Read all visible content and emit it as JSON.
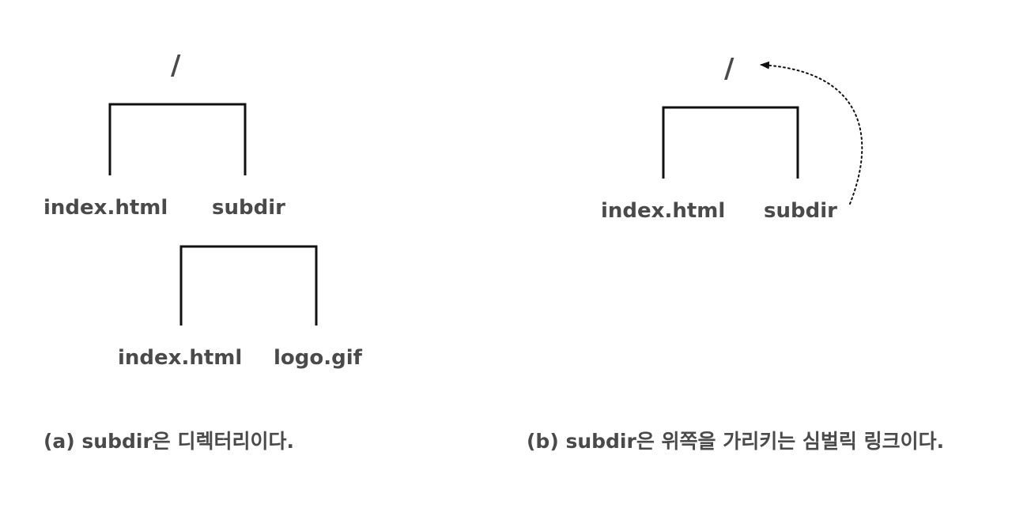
{
  "diagram_a": {
    "root": "/",
    "child_file": "index.html",
    "child_dir": "subdir",
    "sub_file": "index.html",
    "sub_logo": "logo.gif",
    "caption": "(a) subdir은 디렉터리이다."
  },
  "diagram_b": {
    "root": "/",
    "child_file": "index.html",
    "child_link": "subdir",
    "caption": "(b) subdir은 위쪽을 가리키는 심벌릭 링크이다."
  },
  "colors": {
    "text": "#4a4a4a",
    "line": "#111111"
  }
}
